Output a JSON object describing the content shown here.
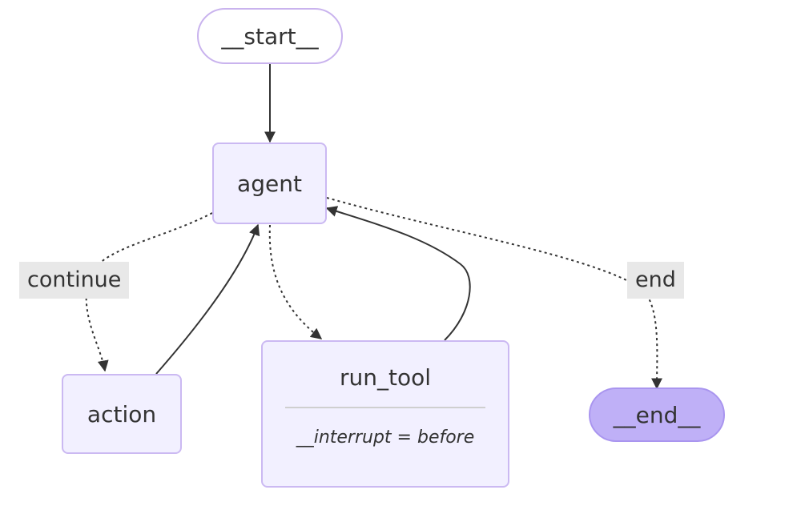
{
  "nodes": {
    "start": "__start__",
    "agent": "agent",
    "action": "action",
    "run_tool": {
      "title": "run_tool",
      "attribute": "__interrupt = before"
    },
    "end": "__end__"
  },
  "edge_labels": {
    "continue": "continue",
    "end": "end"
  },
  "colors": {
    "node_fill": "#f2f0ff",
    "node_border": "#cbb9f2",
    "end_fill": "#bfb0f7",
    "edge_stroke": "#333333",
    "label_background": "#e8e8e8"
  },
  "edges": [
    {
      "from": "__start__",
      "to": "agent",
      "style": "solid"
    },
    {
      "from": "agent",
      "to": "action",
      "style": "dashed",
      "label": "continue"
    },
    {
      "from": "action",
      "to": "agent",
      "style": "solid"
    },
    {
      "from": "agent",
      "to": "run_tool",
      "style": "dashed"
    },
    {
      "from": "run_tool",
      "to": "agent",
      "style": "solid"
    },
    {
      "from": "agent",
      "to": "__end__",
      "style": "dashed",
      "label": "end"
    }
  ]
}
